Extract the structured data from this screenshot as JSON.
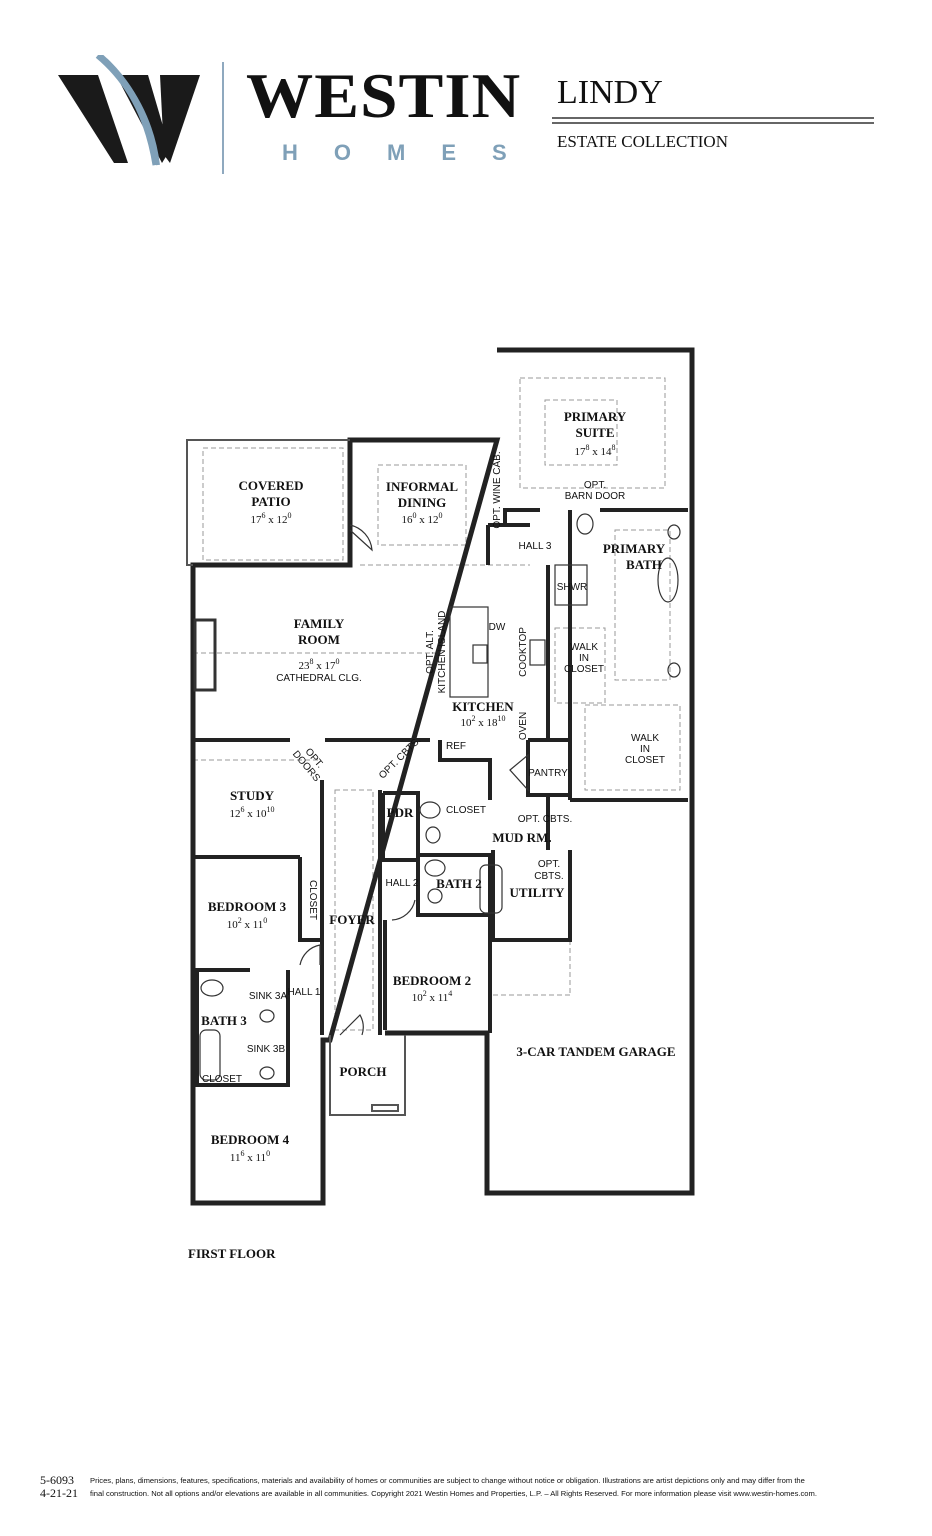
{
  "header": {
    "brand": "WESTIN",
    "brand_sub": "HOMES",
    "plan_name": "LINDY",
    "collection": "ESTATE COLLECTION",
    "colors": {
      "logo_dark": "#1a1a1a",
      "logo_blue": "#7fa0b8"
    }
  },
  "plan": {
    "floor_label": "FIRST FLOOR",
    "rooms": [
      {
        "id": "primary-suite",
        "name": "PRIMARY",
        "name2": "SUITE",
        "w": "17",
        "wi": "8",
        "h": "14",
        "hi": "8"
      },
      {
        "id": "covered-patio",
        "name": "COVERED",
        "name2": "PATIO",
        "w": "17",
        "wi": "6",
        "h": "12",
        "hi": "0"
      },
      {
        "id": "informal-dining",
        "name": "INFORMAL",
        "name2": "DINING",
        "w": "16",
        "wi": "0",
        "h": "12",
        "hi": "0"
      },
      {
        "id": "family-room",
        "name": "FAMILY",
        "name2": "ROOM",
        "w": "23",
        "wi": "8",
        "h": "17",
        "hi": "0",
        "note": "CATHEDRAL CLG."
      },
      {
        "id": "kitchen",
        "name": "KITCHEN",
        "w": "10",
        "wi": "2",
        "h": "18",
        "hi": "10"
      },
      {
        "id": "study",
        "name": "STUDY",
        "w": "12",
        "wi": "6",
        "h": "10",
        "hi": "10"
      },
      {
        "id": "bedroom-3",
        "name": "BEDROOM 3",
        "w": "10",
        "wi": "2",
        "h": "11",
        "hi": "0"
      },
      {
        "id": "bedroom-2",
        "name": "BEDROOM 2",
        "w": "10",
        "wi": "2",
        "h": "11",
        "hi": "4"
      },
      {
        "id": "bedroom-4",
        "name": "BEDROOM 4",
        "w": "11",
        "wi": "6",
        "h": "11",
        "hi": "0"
      }
    ],
    "labels": {
      "primary_bath": "PRIMARY",
      "primary_bath2": "BATH",
      "opt_barn_door": "OPT.",
      "opt_barn_door2": "BARN DOOR",
      "hall3": "HALL 3",
      "shwr": "SHWR",
      "opt_wine": "OPT. WINE CAB.",
      "walk_in_closet_1": "WALK",
      "walk_in_closet_1b": "IN",
      "walk_in_closet_1c": "CLOSET",
      "walk_in_closet_2": "WALK",
      "walk_in_closet_2b": "IN",
      "walk_in_closet_2c": "CLOSET",
      "opt_island": "OPT. ALT.",
      "opt_island2": "KITCHEN ISLAND",
      "dw": "DW",
      "cooktop": "COOKTOP",
      "oven": "OVEN",
      "ref": "REF",
      "pantry": "PANTRY",
      "opt_doors": "OPT.",
      "opt_doors2": "DOORS",
      "opt_cbts_1": "OPT. CBTS.",
      "opt_cbts_2": "OPT. CBTS.",
      "opt_cbts_3": "OPT.",
      "opt_cbts_3b": "CBTS.",
      "pdr": "PDR",
      "closet_pdr": "CLOSET",
      "mud_rm": "MUD RM.",
      "utility": "UTILITY",
      "hall2": "HALL 2",
      "bath2": "BATH 2",
      "foyer": "FOYER",
      "closet_b3": "CLOSET",
      "hall1": "HALL 1",
      "sink3a": "SINK 3A",
      "sink3b": "SINK 3B",
      "bath3": "BATH 3",
      "closet_b4": "CLOSET",
      "porch": "PORCH",
      "garage": "3-CAR  TANDEM GARAGE"
    }
  },
  "footer": {
    "code": "5-6093",
    "date": "4-21-21",
    "disclaimer_1": "Prices, plans, dimensions, features, specifications, materials and availability of homes or communities are subject to change without notice or obligation.  Illustrations are artist depictions only and may differ from the",
    "disclaimer_2": "final construction.  Not all options and/or elevations are available in all communities.  Copyright 2021 Westin Homes and Properties, L.P. – All Rights Reserved.  For more information please visit www.westin-homes.com."
  }
}
